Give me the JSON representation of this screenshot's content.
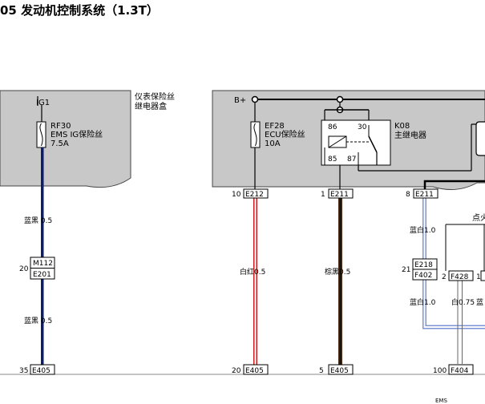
{
  "title": "05 发动机控制系统（1.3T）",
  "boxes": {
    "left_box_label_1": "仪表保险丝",
    "left_box_label_2": "继电器盒"
  },
  "fuses": {
    "rf30": {
      "source": "IG1",
      "id": "RF30",
      "name": "EMS IG保险丝",
      "rating": "7.5A"
    },
    "ef28": {
      "source": "B+",
      "id": "EF28",
      "name": "ECU保险丝",
      "rating": "10A"
    }
  },
  "relay": {
    "id": "K08",
    "name": "主继电器",
    "pins": [
      "86",
      "30",
      "85",
      "87"
    ]
  },
  "connectors": {
    "c_20_m112": {
      "pin": "20",
      "top": "M112",
      "bottom": "E201"
    },
    "c_10_e212": {
      "pin": "10",
      "code": "E212"
    },
    "c_1_e211": {
      "pin": "1",
      "code": "E211"
    },
    "c_8_e211": {
      "pin": "8",
      "code": "E211"
    },
    "c_21_e218": {
      "pin": "21",
      "top": "E218",
      "bottom": "F402"
    },
    "c_2_f428": {
      "pin": "2",
      "code": "F428"
    },
    "c_1_partial": {
      "pin": "1"
    },
    "c_35_e405": {
      "pin": "35",
      "code": "E405"
    },
    "c_20_e405": {
      "pin": "20",
      "code": "E405"
    },
    "c_5_e405": {
      "pin": "5",
      "code": "E405"
    },
    "c_100_f404": {
      "pin": "100",
      "code": "F404"
    }
  },
  "wires": {
    "w_left_upper": "蓝黑 0.5",
    "w_left_lower": "蓝黑 0.5",
    "w_white_red": "白红0.5",
    "w_brown_black": "棕黑0.5",
    "w_blue_white_1": "蓝白1.0",
    "w_blue_white_2": "蓝白1.0",
    "w_white_075": "白0.75",
    "w_blue_partial": "蓝"
  },
  "partial_labels": {
    "top_right": "点火",
    "bottom_right": "EMS"
  },
  "colors": {
    "box_fill": "#c8c8c8",
    "wire_blue_black": "#0d1d6e",
    "wire_white_red": "#c91c1c",
    "wire_brown_black": "#4a2a12",
    "wire_blue_white": "#7f93d6"
  }
}
